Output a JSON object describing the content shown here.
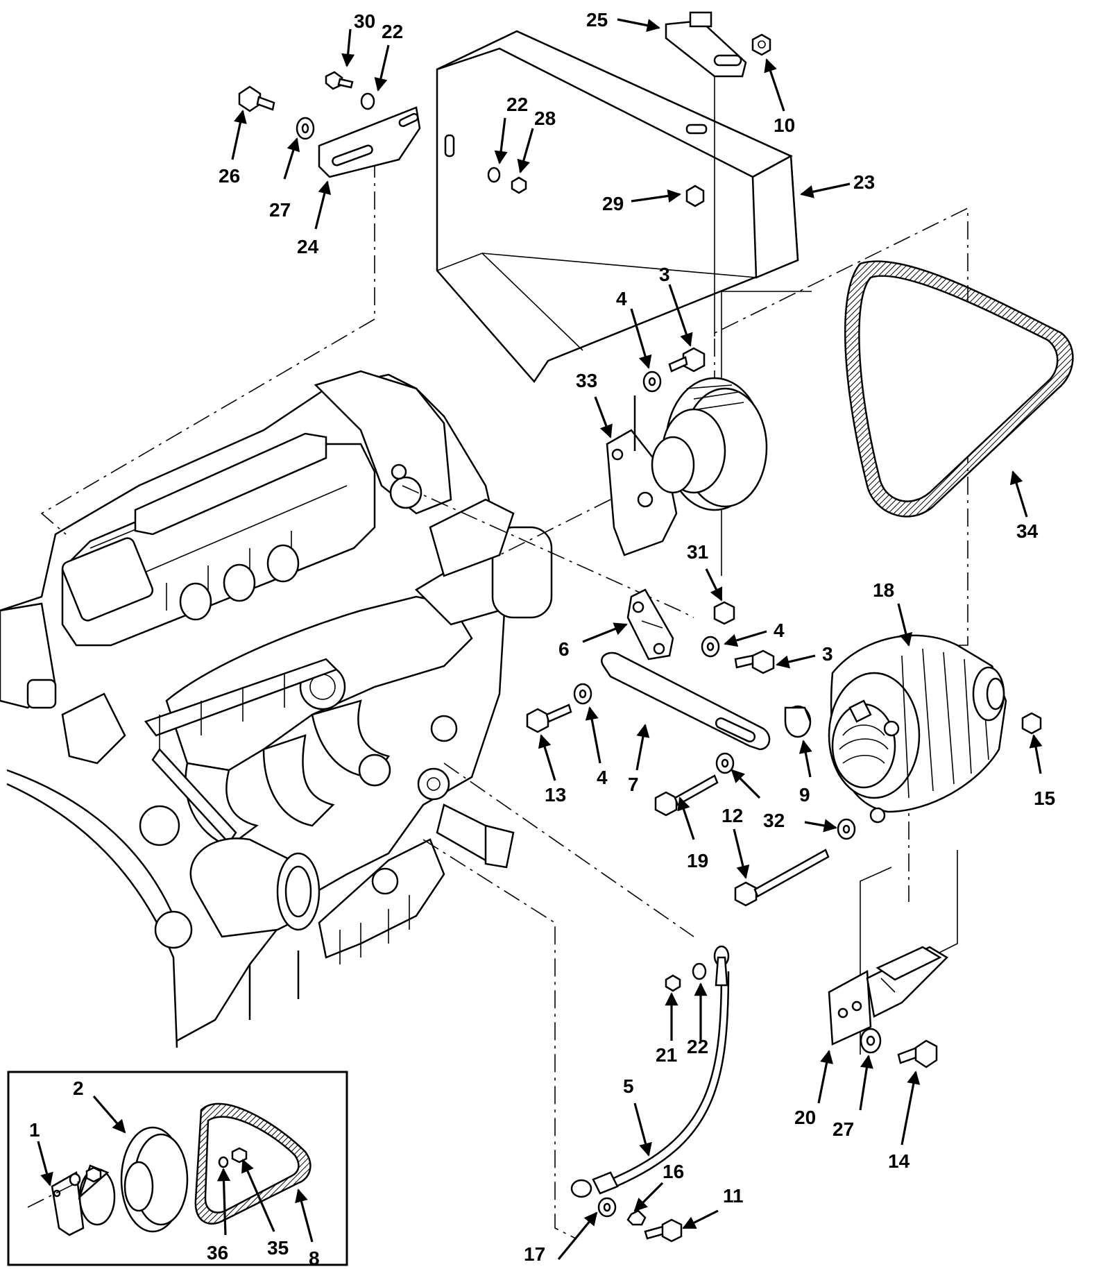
{
  "labels": {
    "l1": "1",
    "l2": "2",
    "l3a": "3",
    "l3b": "3",
    "l4a": "4",
    "l4b": "4",
    "l4c": "4",
    "l5": "5",
    "l6": "6",
    "l7": "7",
    "l8": "8",
    "l9": "9",
    "l10": "10",
    "l11": "11",
    "l12": "12",
    "l13": "13",
    "l14": "14",
    "l15": "15",
    "l16": "16",
    "l17": "17",
    "l18": "18",
    "l19": "19",
    "l20": "20",
    "l21": "21",
    "l22a": "22",
    "l22b": "22",
    "l22c": "22",
    "l23": "23",
    "l24": "24",
    "l25": "25",
    "l26": "26",
    "l27a": "27",
    "l27b": "27",
    "l28": "28",
    "l29": "29",
    "l30": "30",
    "l31": "31",
    "l32": "32",
    "l33": "33",
    "l34": "34",
    "l35": "35",
    "l36": "36"
  }
}
